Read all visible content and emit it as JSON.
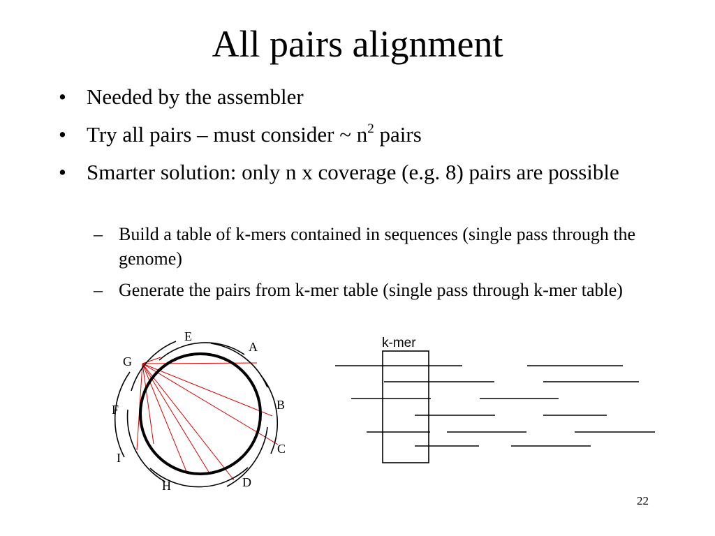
{
  "slide": {
    "title": "All pairs alignment",
    "bullets": [
      {
        "marker": "•",
        "text": "Needed by the assembler"
      },
      {
        "marker": "•",
        "text": "Try all pairs – must consider ~ n",
        "sup": "2",
        "suffix": " pairs"
      },
      {
        "marker": "•",
        "text": "Smarter solution: only n x coverage (e.g. 8) pairs are possible"
      }
    ],
    "subbullets": [
      {
        "marker": "–",
        "text": "Build a table of k-mers contained in sequences (single pass through the genome)"
      },
      {
        "marker": "–",
        "text": "Generate the pairs from k-mer table (single pass through k-mer table)"
      }
    ],
    "page_number": "22"
  },
  "circle_figure": {
    "labels": [
      "E",
      "A",
      "G",
      "B",
      "F",
      "C",
      "I",
      "H",
      "D"
    ],
    "line_color": "#e00000"
  },
  "kmer_figure": {
    "label": "k-mer"
  }
}
